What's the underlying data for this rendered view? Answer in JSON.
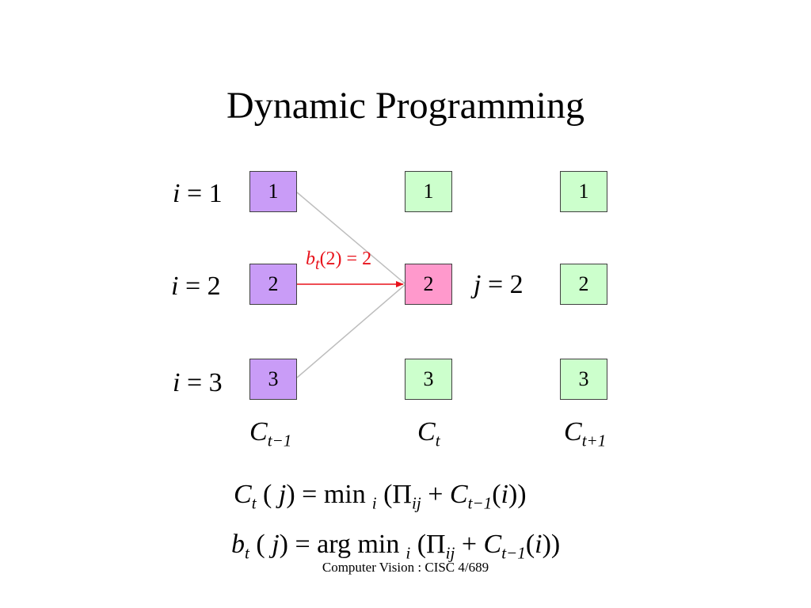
{
  "title": "Dynamic Programming",
  "colors": {
    "prev_column": "#c99cf7",
    "current_column": "#ccffcc",
    "selected_node": "#ff99cc",
    "best_arrow": "#e8121b",
    "other_arrows": "#bdbdbd",
    "node_border": "#404040"
  },
  "row_labels": [
    {
      "var": "i",
      "eq": " = ",
      "val": "1"
    },
    {
      "var": "i",
      "eq": " = ",
      "val": "2"
    },
    {
      "var": "i",
      "eq": " = ",
      "val": "3"
    }
  ],
  "columns": [
    {
      "name": "C",
      "sub": "t−1",
      "nodes": [
        "1",
        "2",
        "3"
      ]
    },
    {
      "name": "C",
      "sub": "t",
      "nodes": [
        "1",
        "2",
        "3"
      ]
    },
    {
      "name": "C",
      "sub": "t+1",
      "nodes": [
        "1",
        "2",
        "3"
      ]
    }
  ],
  "j_label": {
    "var": "j",
    "eq": " = ",
    "val": "2"
  },
  "bt_label": {
    "var": "b",
    "sub": "t",
    "arg": "(2)",
    "eq": " = ",
    "val": "2"
  },
  "equations": {
    "cost": {
      "lhs": "C",
      "lhs_sub": "t",
      "lhs_arg_open": " ( ",
      "lhs_var": "j",
      "lhs_arg_close": ") = ",
      "op": "min",
      "op_sub": "i",
      "open": " (Π",
      "pi_sub": "ij",
      "plus": " + ",
      "c": "C",
      "c_sub": "t−1",
      "c_arg_open": "(",
      "c_var": "i",
      "close": "))"
    },
    "backpointer": {
      "lhs": "b",
      "lhs_sub": "t",
      "lhs_arg_open": " ( ",
      "lhs_var": "j",
      "lhs_arg_close": ") = ",
      "op": "arg min",
      "op_sub": "i",
      "open": " (Π",
      "pi_sub": "ij",
      "plus": " + ",
      "c": "C",
      "c_sub": "t−1",
      "c_arg_open": "(",
      "c_var": "i",
      "close": "))"
    }
  },
  "footer": "Computer Vision : CISC 4/689"
}
